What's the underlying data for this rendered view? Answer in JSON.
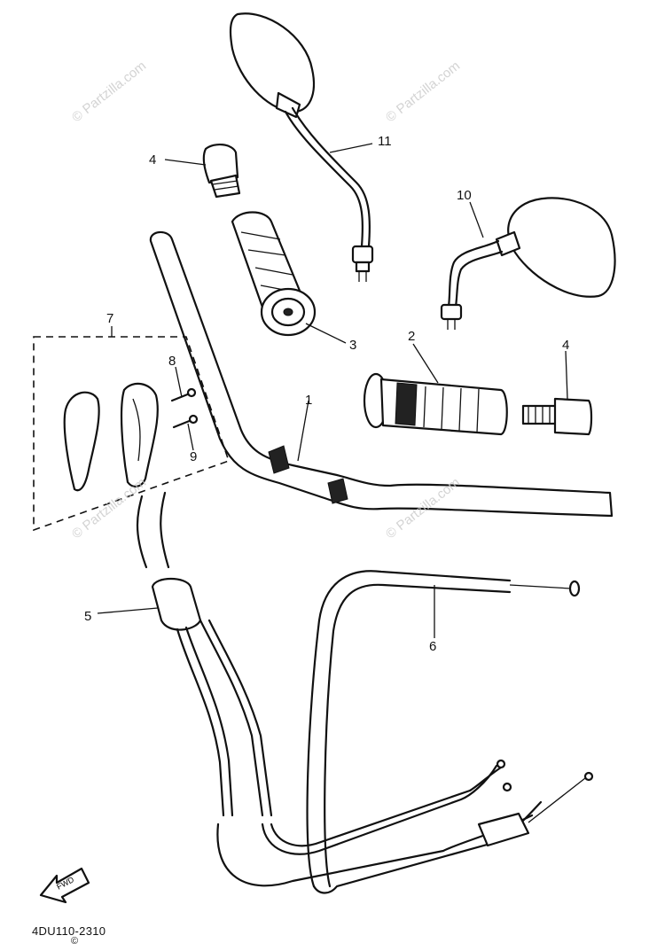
{
  "watermark": "© Partzilla.com",
  "diagram_code": "4DU110-2310",
  "copyright_mark": "©",
  "fwd_label": "FWD",
  "callouts": [
    {
      "id": "1",
      "label": "1"
    },
    {
      "id": "2",
      "label": "2"
    },
    {
      "id": "3",
      "label": "3"
    },
    {
      "id": "4a",
      "label": "4"
    },
    {
      "id": "4b",
      "label": "4"
    },
    {
      "id": "5",
      "label": "5"
    },
    {
      "id": "6",
      "label": "6"
    },
    {
      "id": "7",
      "label": "7"
    },
    {
      "id": "8",
      "label": "8"
    },
    {
      "id": "9",
      "label": "9"
    },
    {
      "id": "10",
      "label": "10"
    },
    {
      "id": "11",
      "label": "11"
    }
  ]
}
